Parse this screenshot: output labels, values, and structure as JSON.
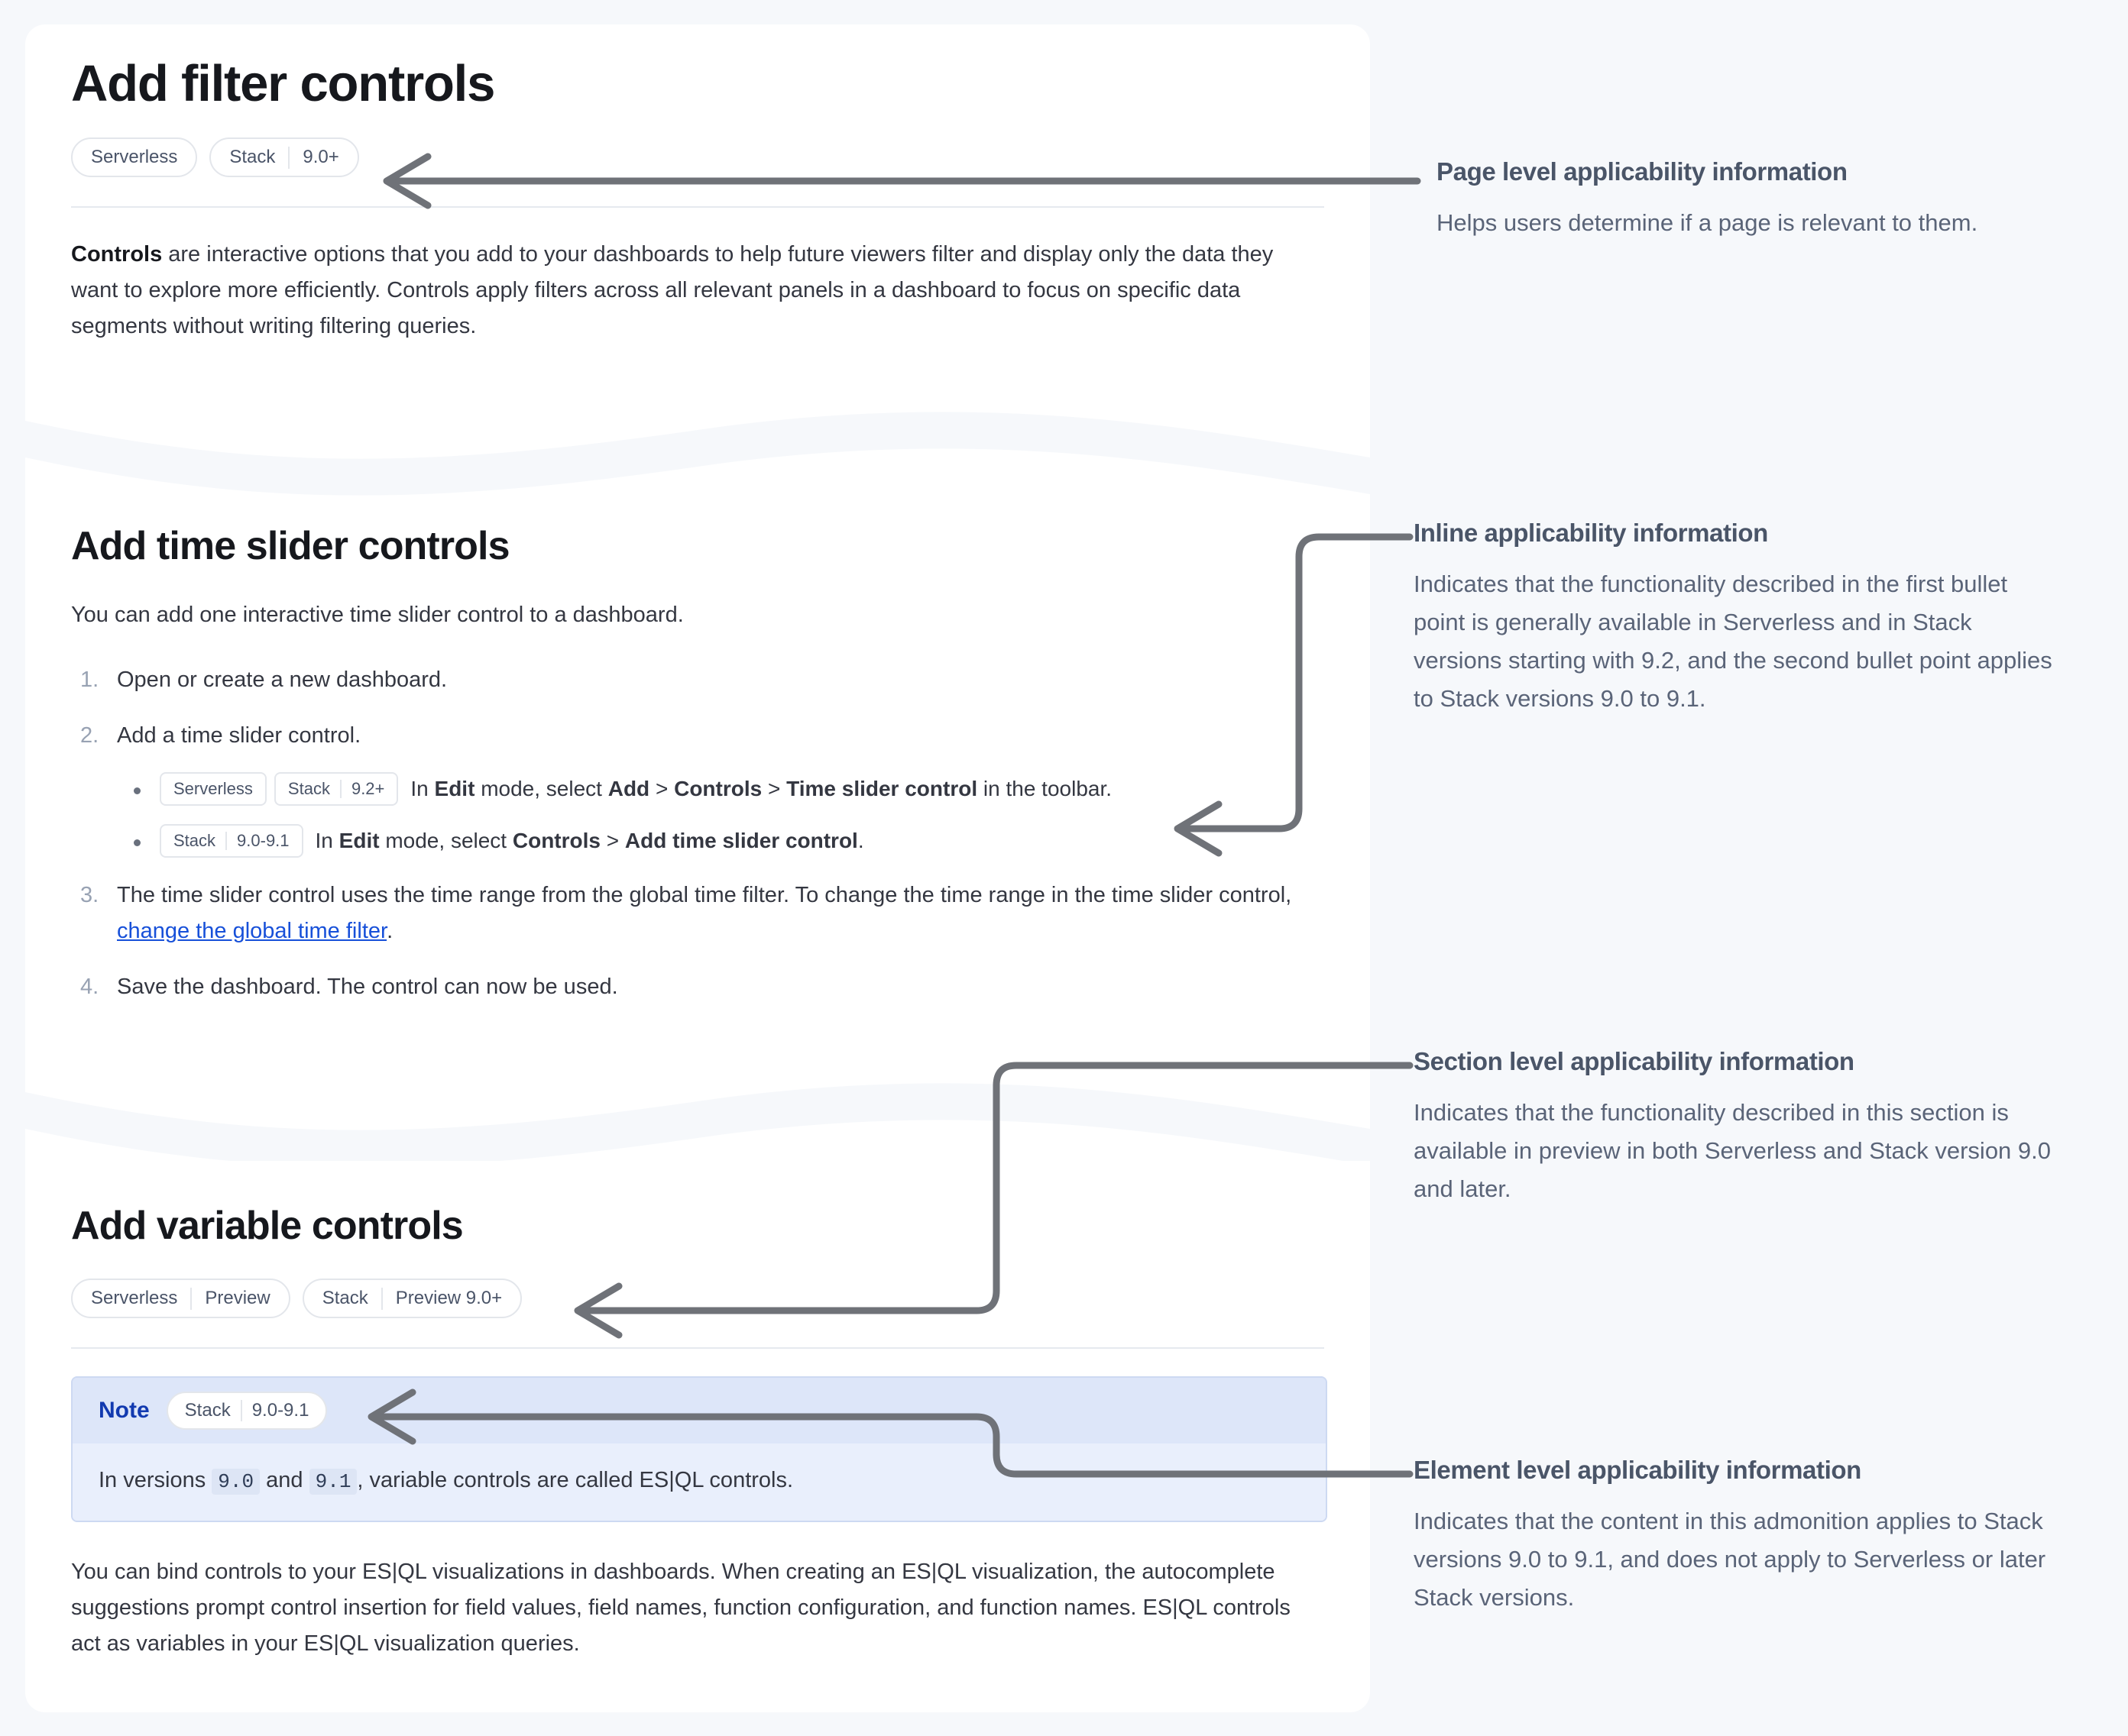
{
  "theme": {
    "page_background": "#f6f8fb",
    "card_background": "#ffffff",
    "badge_text": "#4a5468",
    "badge_border": "#e3e6eb",
    "link_color": "#1750d9",
    "note_accent": "#123ab0",
    "note_background": "#e9effc",
    "connector_color": "#6f7278",
    "annotation_title_color": "#4a5568",
    "annotation_body_color": "#5a6478"
  },
  "document": {
    "page_title": "Add filter controls",
    "page_badges": [
      {
        "parts": [
          "Serverless"
        ]
      },
      {
        "parts": [
          "Stack",
          "9.0+"
        ]
      }
    ],
    "intro": {
      "lead": "Controls",
      "rest": " are interactive options that you add to your dashboards to help future viewers filter and display only the data they want to explore more efficiently. Controls apply filters across all relevant panels in a dashboard to focus on specific data segments without writing filtering queries."
    },
    "section_time_slider": {
      "heading": "Add time slider controls",
      "intro": "You can add one interactive time slider control to a dashboard.",
      "steps": [
        {
          "text": "Open or create a new dashboard."
        },
        {
          "text": "Add a time slider control.",
          "bullets": [
            {
              "badges": [
                {
                  "parts": [
                    "Serverless"
                  ]
                },
                {
                  "parts": [
                    "Stack",
                    "9.2+"
                  ]
                }
              ],
              "prefix": "In ",
              "b1": "Edit",
              "mid1": " mode, select ",
              "b2": "Add",
              "sep1": " > ",
              "b3": "Controls",
              "sep2": " > ",
              "b4": "Time slider control",
              "suffix": " in the toolbar."
            },
            {
              "badges": [
                {
                  "parts": [
                    "Stack",
                    "9.0-9.1"
                  ]
                }
              ],
              "prefix": "In ",
              "b1": "Edit",
              "mid1": " mode, select ",
              "b2": "Controls",
              "sep1": " > ",
              "b3": "Add time slider control",
              "suffix": "."
            }
          ]
        },
        {
          "text_before_link": "The time slider control uses the time range from the global time filter. To change the time range in the time slider control, ",
          "link_text": "change the global time filter",
          "text_after_link": "."
        },
        {
          "text": "Save the dashboard. The control can now be used."
        }
      ]
    },
    "section_variable": {
      "heading": "Add variable controls",
      "badges": [
        {
          "parts": [
            "Serverless",
            "Preview"
          ]
        },
        {
          "parts": [
            "Stack",
            "Preview 9.0+"
          ]
        }
      ],
      "note": {
        "title": "Note",
        "badges": [
          {
            "parts": [
              "Stack",
              "9.0-9.1"
            ]
          }
        ],
        "body_prefix": "In versions ",
        "code1": "9.0",
        "body_mid": " and ",
        "code2": "9.1",
        "body_suffix": ", variable controls are called ES|QL controls."
      },
      "paragraph": "You can bind controls to your ES|QL visualizations in dashboards. When creating an ES|QL visualization, the autocomplete suggestions prompt control insertion for field values, field names, function configuration, and function names. ES|QL controls act as variables in your ES|QL visualization queries."
    }
  },
  "annotations": [
    {
      "id": "page-level",
      "title": "Page level applicability information",
      "body": "Helps users determine if a page is relevant to them."
    },
    {
      "id": "inline",
      "title": "Inline applicability information",
      "body": "Indicates that the functionality described in the first bullet point is generally available in Serverless and in Stack versions starting with 9.2, and the second bullet point applies to Stack versions 9.0 to 9.1."
    },
    {
      "id": "section-level",
      "title": "Section level applicability information",
      "body": "Indicates that the functionality described in this section is available in preview in both Serverless and Stack version 9.0 and later."
    },
    {
      "id": "element-level",
      "title": "Element level applicability information",
      "body": "Indicates that the content in this admonition applies to Stack versions 9.0 to 9.1, and does not apply to Serverless or later Stack versions."
    }
  ]
}
